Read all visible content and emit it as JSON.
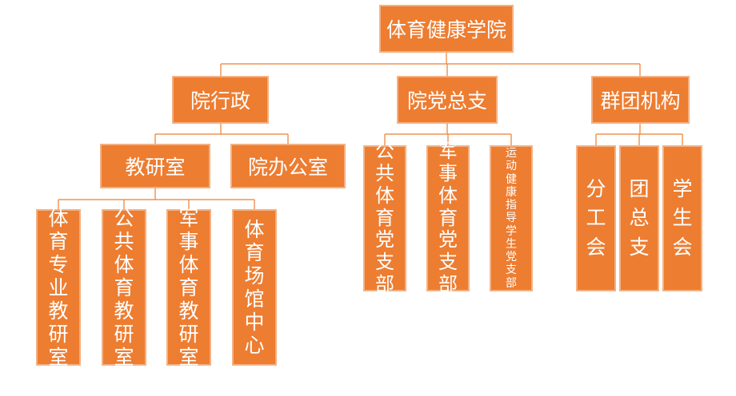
{
  "colors": {
    "box_fill": "#ED7D31",
    "box_border": "#F4B183",
    "line": "#ED7D31",
    "text": "#FFFFFF"
  },
  "root": "体育健康学院",
  "level1": [
    "院行政",
    "院党总支",
    "群团机构"
  ],
  "admin": {
    "units": [
      "教研室",
      "院办公室"
    ],
    "teaching_offices": [
      "体育专业教研室",
      "公共体育教研室",
      "军事体育教研室",
      "体育场馆中心"
    ]
  },
  "party": {
    "branches": [
      "公共体育党支部",
      "军事体育党支部",
      "运动健康指导学生党支部"
    ]
  },
  "mass_orgs": [
    "分工会",
    "团总支",
    "学生会"
  ]
}
